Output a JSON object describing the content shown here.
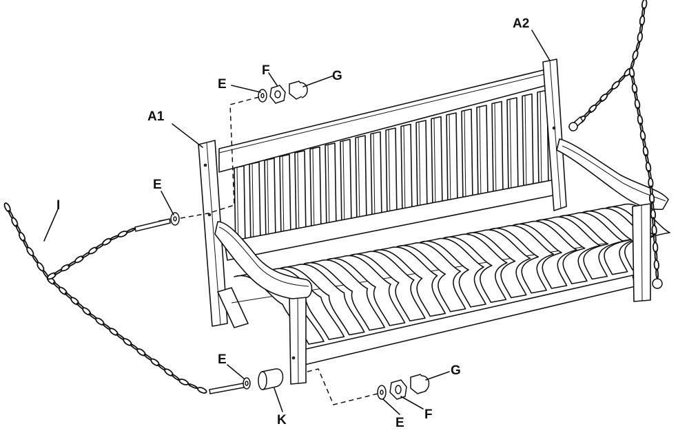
{
  "labels": {
    "a1": "A1",
    "a2": "A2",
    "e_top": "E",
    "f_top": "F",
    "g_top": "G",
    "e_left": "E",
    "i": "I",
    "e_bottom_left": "E",
    "k": "K",
    "e_bottom_right": "E",
    "f_bottom": "F",
    "g_bottom": "G"
  },
  "colors": {
    "line": "#111111",
    "background": "#ffffff"
  }
}
